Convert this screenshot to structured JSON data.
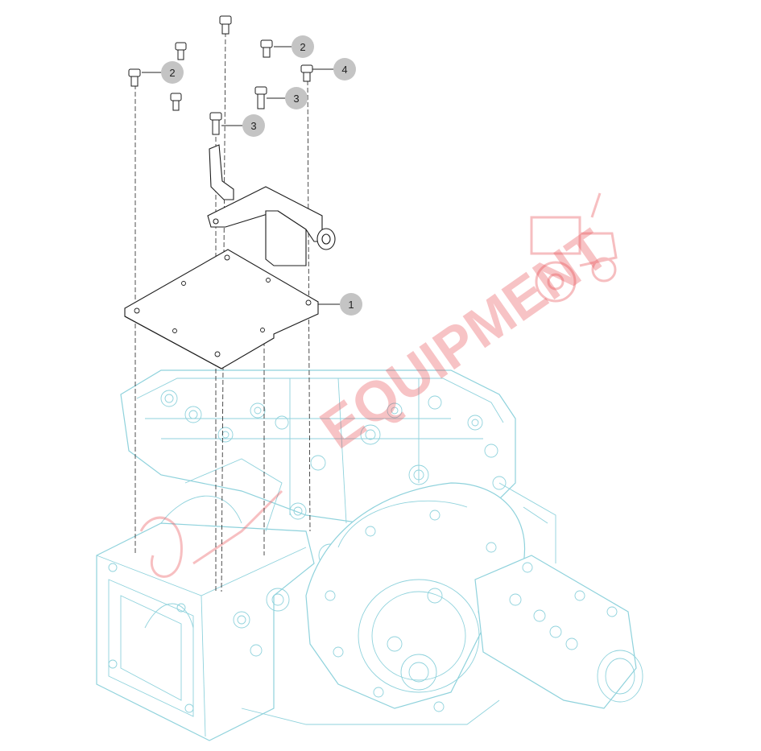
{
  "callouts": [
    {
      "id": "c1",
      "label": "1"
    },
    {
      "id": "c2a",
      "label": "2"
    },
    {
      "id": "c2b",
      "label": "2"
    },
    {
      "id": "c3a",
      "label": "3"
    },
    {
      "id": "c3b",
      "label": "3"
    },
    {
      "id": "c4",
      "label": "4"
    }
  ],
  "watermark": {
    "text": "EQUIPMENT",
    "color": "#e7474d"
  },
  "colors": {
    "housing_line": "#8fd2dc",
    "part_line": "#1d1d1d",
    "callout_fill": "#c4c4c4"
  }
}
